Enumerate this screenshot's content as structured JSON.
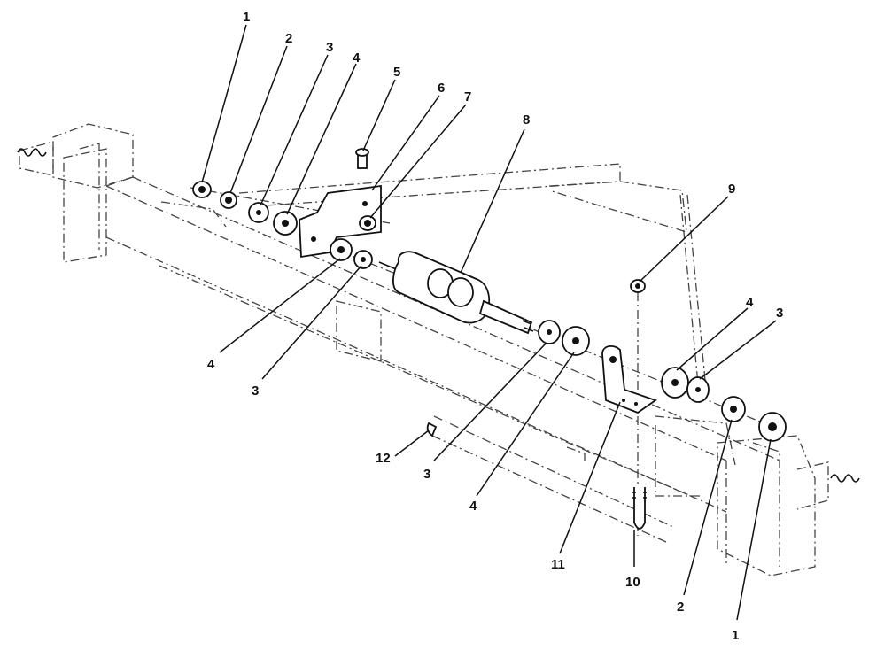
{
  "callouts": {
    "c1_top": "1",
    "c2_top": "2",
    "c3_top": "3",
    "c4_top": "4",
    "c5": "5",
    "c6": "6",
    "c7": "7",
    "c8": "8",
    "c9": "9",
    "c4_left": "4",
    "c3_left": "3",
    "c4_right": "4",
    "c3_right": "3",
    "c12": "12",
    "c3_mid": "3",
    "c4_mid": "4",
    "c11": "11",
    "c10": "10",
    "c2_bottom": "2",
    "c1_bottom": "1"
  }
}
